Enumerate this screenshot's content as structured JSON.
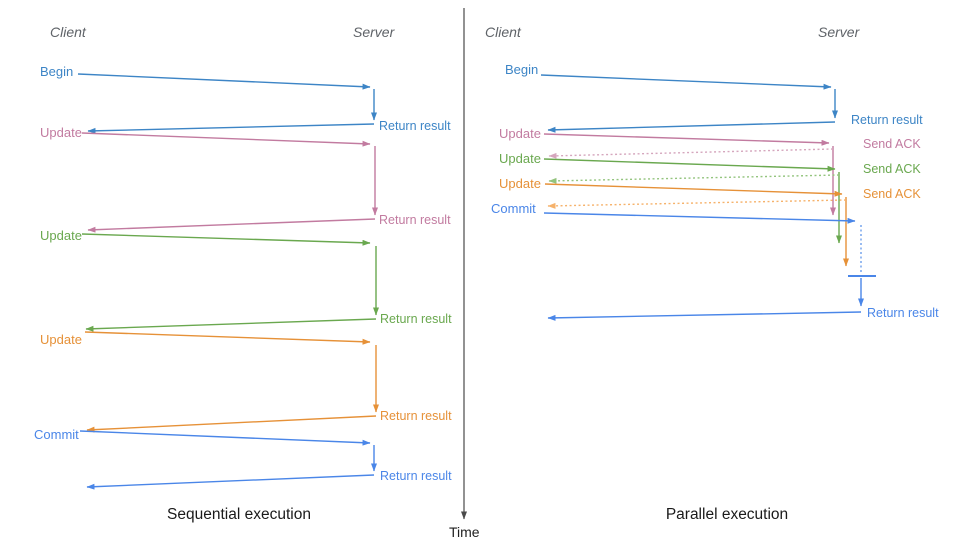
{
  "diagram": {
    "left_panel": {
      "client_header": "Client",
      "server_header": "Server",
      "caption": "Sequential execution",
      "messages": [
        {
          "request": "Begin",
          "response": "Return result",
          "color": "#3d85c6"
        },
        {
          "request": "Update",
          "response": "Return result",
          "color": "#c27ba0"
        },
        {
          "request": "Update",
          "response": "Return result",
          "color": "#6aa84f"
        },
        {
          "request": "Update",
          "response": "Return result",
          "color": "#e69138"
        },
        {
          "request": "Commit",
          "response": "Return result",
          "color": "#4a86e8"
        }
      ]
    },
    "right_panel": {
      "client_header": "Client",
      "server_header": "Server",
      "caption": "Parallel execution",
      "messages": [
        {
          "request": "Begin",
          "response": "Return result",
          "color": "#3d85c6"
        },
        {
          "request": "Update",
          "response": "Send ACK",
          "color": "#c27ba0",
          "ack_color": "#d5a6bd"
        },
        {
          "request": "Update",
          "response": "Send ACK",
          "color": "#6aa84f",
          "ack_color": "#93c47d"
        },
        {
          "request": "Update",
          "response": "Send ACK",
          "color": "#e69138",
          "ack_color": "#f6b26b"
        },
        {
          "request": "Commit",
          "response": "Return result",
          "color": "#4a86e8",
          "ack_color": "#6d9eeb"
        }
      ]
    },
    "time_axis": {
      "label": "Time",
      "color": "#4a4a4a"
    }
  }
}
